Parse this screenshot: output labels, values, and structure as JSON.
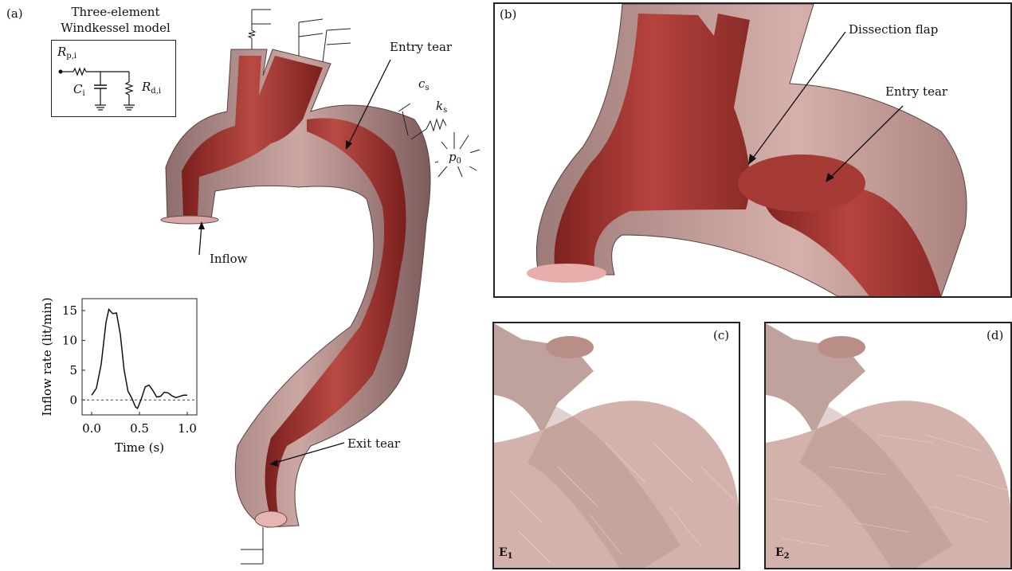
{
  "panels": {
    "a": "(a)",
    "b": "(b)",
    "c": "(c)",
    "d": "(d)"
  },
  "windkessel": {
    "title_line1": "Three-element",
    "title_line2": "Windkessel model",
    "rp_main": "R",
    "rp_sub": "p,i",
    "c_main": "C",
    "c_sub": "i",
    "rd_main": "R",
    "rd_sub": "d,i"
  },
  "annotations_a": {
    "entry_tear": "Entry tear",
    "inflow": "Inflow",
    "exit_tear": "Exit tear",
    "cs_main": "c",
    "cs_sub": "s",
    "ks_main": "k",
    "ks_sub": "s",
    "p0_main": "p",
    "p0_sub": "0"
  },
  "annotations_b": {
    "dissection_flap": "Dissection flap",
    "entry_tear": "Entry tear"
  },
  "insets": {
    "c_main": "E",
    "c_sub": "1",
    "d_main": "E",
    "d_sub": "2"
  },
  "colors": {
    "wall": "#c9a19b",
    "lumen": "#b33a35",
    "dark_lumen": "#8a2320",
    "panel_border": "#222222"
  },
  "chart_data": {
    "type": "line",
    "xlabel": "Time (s)",
    "ylabel": "Inflow rate (lit/min)",
    "xlim": [
      -0.1,
      1.1
    ],
    "ylim": [
      -2.5,
      17
    ],
    "xticks": [
      0.0,
      0.5,
      1.0
    ],
    "xtick_labels": [
      "0.0",
      "0.5",
      "1.0"
    ],
    "yticks": [
      0,
      5,
      10,
      15
    ],
    "ytick_labels": [
      "0",
      "5",
      "10",
      "15"
    ],
    "reference_line_y": 0,
    "series": [
      {
        "x": [
          0.0,
          0.05,
          0.1,
          0.15,
          0.18,
          0.22,
          0.26,
          0.3,
          0.34,
          0.38,
          0.42,
          0.46,
          0.48,
          0.52,
          0.56,
          0.6,
          0.64,
          0.68,
          0.72,
          0.76,
          0.8,
          0.84,
          0.88,
          0.92,
          0.96,
          1.0
        ],
        "y": [
          0.8,
          2.0,
          6.0,
          13.0,
          15.2,
          14.5,
          14.6,
          11.0,
          5.0,
          1.5,
          0.3,
          -1.2,
          -1.4,
          0.2,
          2.2,
          2.5,
          1.6,
          0.5,
          0.6,
          1.3,
          1.2,
          0.7,
          0.4,
          0.6,
          0.8,
          0.8
        ]
      }
    ]
  }
}
